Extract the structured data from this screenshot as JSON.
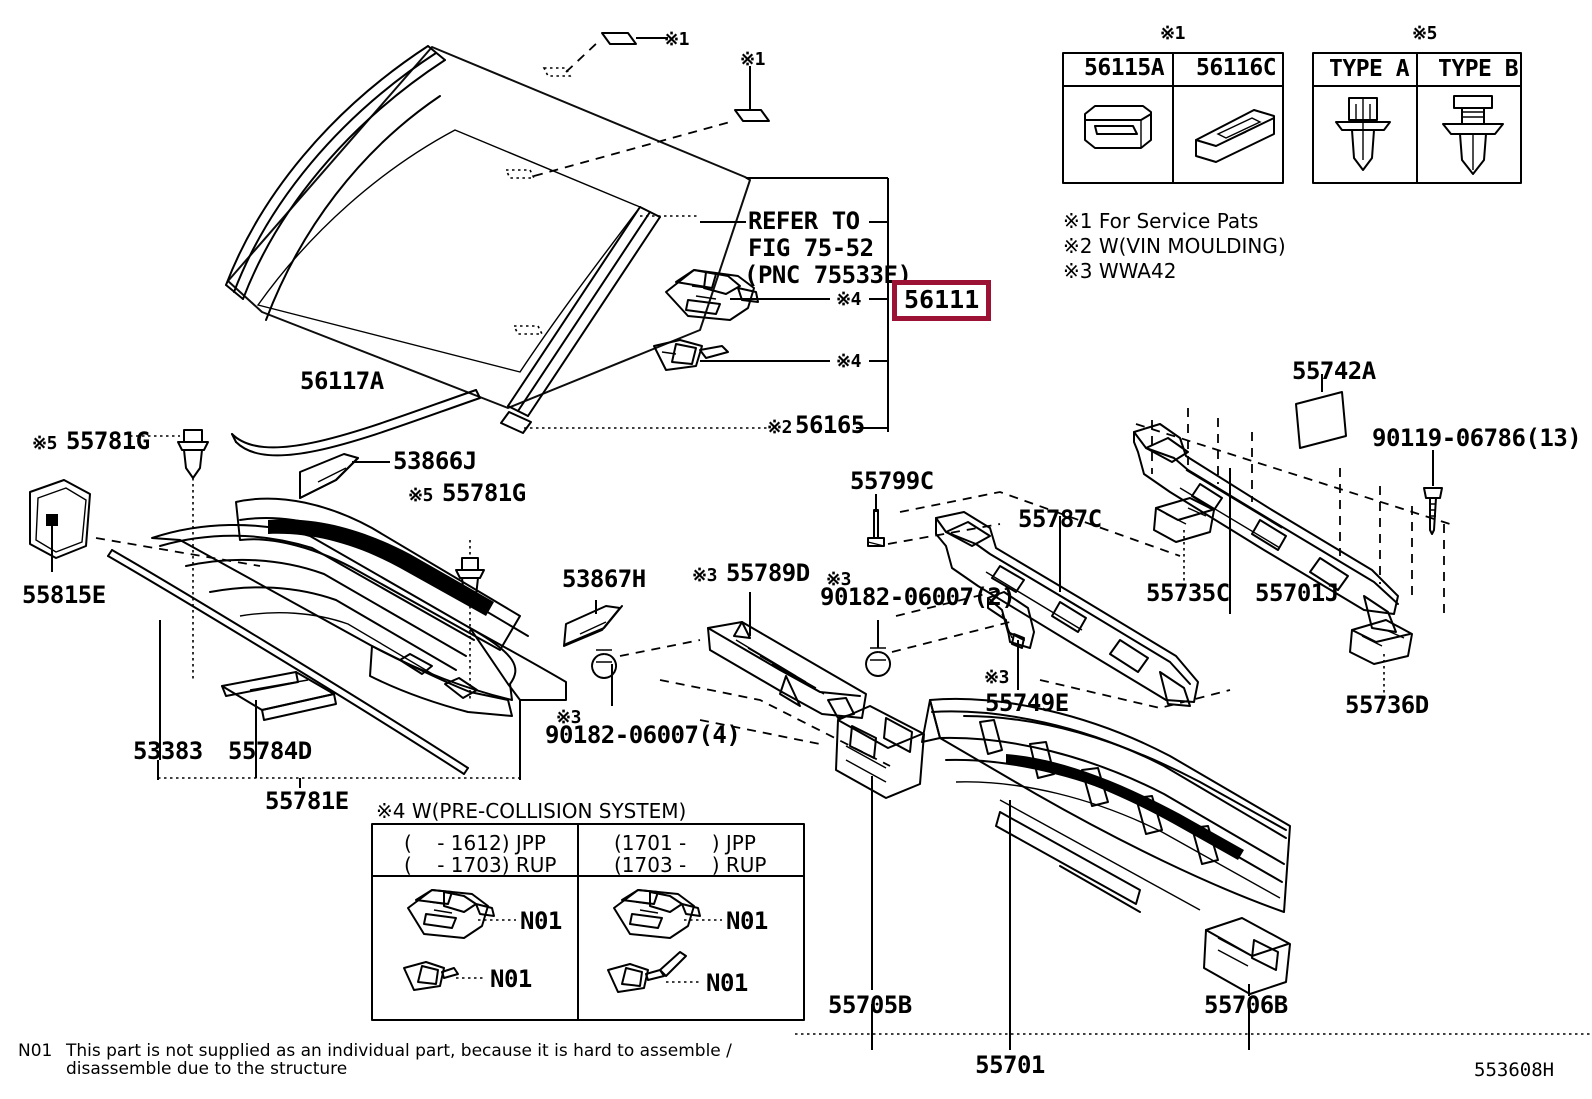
{
  "diagram": {
    "figure_code": "553608H",
    "title": "Windshield / Cowl Panel Parts Diagram",
    "highlighted_part": "56111"
  },
  "windshield_group": {
    "moulding_label": "56117A",
    "refer_to": [
      "REFER TO",
      "FIG 75-52",
      "(PNC 75533E)"
    ],
    "clip_marks": [
      "※1",
      "※1"
    ],
    "bracket_rows": [
      {
        "mark": "※4",
        "part": "56111",
        "highlighted": true
      },
      {
        "mark": "※4",
        "part": "",
        "highlighted": false
      }
    ],
    "dam_row": {
      "mark": "※2",
      "part": "56165"
    }
  },
  "service_parts_table": {
    "mark": "※1",
    "headers": [
      "56115A",
      "56116C"
    ]
  },
  "clip_type_table": {
    "mark": "※5",
    "headers": [
      "TYPE A",
      "TYPE B"
    ]
  },
  "legend_notes": [
    "※1 For Service Pats",
    "※2 W(VIN MOULDING)",
    "※3 WWA42"
  ],
  "precollision_table": {
    "caption": "※4 W(PRE-COLLISION SYSTEM)",
    "columns": [
      {
        "lines": [
          "(    - 1612) JPP",
          "(    - 1703) RUP"
        ],
        "items": [
          "N01",
          "N01"
        ]
      },
      {
        "lines": [
          "(1701 -    ) JPP",
          "(1703 -    ) RUP"
        ],
        "items": [
          "N01",
          "N01"
        ]
      }
    ]
  },
  "cowl_left_labels": [
    {
      "mark": "※5",
      "text": "55781G"
    },
    {
      "mark": "",
      "text": "53866J"
    },
    {
      "mark": "※5",
      "text": "55781G"
    },
    {
      "mark": "",
      "text": "55815E"
    },
    {
      "mark": "",
      "text": "53383"
    },
    {
      "mark": "",
      "text": "55784D"
    },
    {
      "mark": "",
      "text": "55781E"
    }
  ],
  "cowl_mid_labels": [
    {
      "mark": "",
      "text": "53867H"
    },
    {
      "mark": "※3",
      "text": "55789D"
    },
    {
      "mark": "※3",
      "text": "90182-06007(4)"
    },
    {
      "mark": "※3",
      "text": "90182-06007(2)"
    },
    {
      "mark": "",
      "text": "55799C"
    },
    {
      "mark": "",
      "text": "55787C"
    },
    {
      "mark": "※3",
      "text": "55749E"
    }
  ],
  "cowl_right_labels": [
    {
      "mark": "",
      "text": "55742A"
    },
    {
      "mark": "",
      "text": "90119-06786(13)"
    },
    {
      "mark": "",
      "text": "55735C"
    },
    {
      "mark": "",
      "text": "55701J"
    },
    {
      "mark": "",
      "text": "55736D"
    }
  ],
  "dash_panel_labels": [
    {
      "mark": "",
      "text": "55705B"
    },
    {
      "mark": "",
      "text": "55701"
    },
    {
      "mark": "",
      "text": "55706B"
    }
  ],
  "footnote": {
    "tag": "N01",
    "line1": "This part is not supplied as an individual part, because it is hard to assemble /",
    "line2": "disassemble due to the structure"
  },
  "colors": {
    "highlight": "#9B1234",
    "line": "#000000",
    "background": "#ffffff"
  }
}
